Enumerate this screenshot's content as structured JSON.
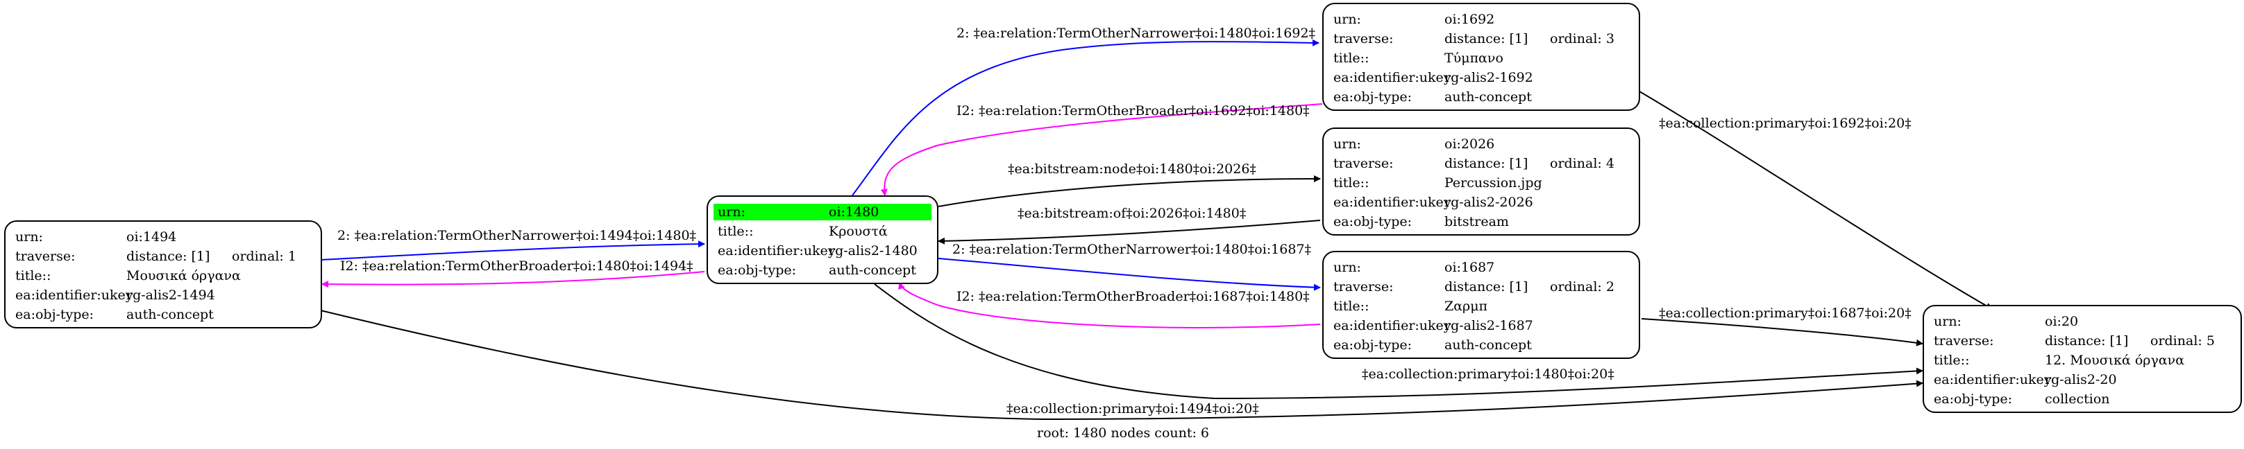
{
  "footer": "root: 1480 nodes count: 6",
  "colors": {
    "narrower": "#0000ff",
    "broader": "#ff00ff",
    "other": "#000000",
    "root_highlight": "#00ff00"
  },
  "nodes": {
    "n1494": {
      "rows": [
        [
          "urn:",
          "oi:1494",
          ""
        ],
        [
          "traverse:",
          "distance: [1]",
          "ordinal: 1"
        ],
        [
          "title::",
          "Μουσικά όργανα",
          ""
        ],
        [
          "ea:identifier:ukey",
          "rg-alis2-1494",
          ""
        ],
        [
          "ea:obj-type:",
          "auth-concept",
          ""
        ]
      ]
    },
    "n1480": {
      "rows": [
        [
          "urn:",
          "oi:1480",
          ""
        ],
        [
          "title::",
          "Κρουστά",
          ""
        ],
        [
          "ea:identifier:ukey",
          "rg-alis2-1480",
          ""
        ],
        [
          "ea:obj-type:",
          "auth-concept",
          ""
        ]
      ]
    },
    "n1692": {
      "rows": [
        [
          "urn:",
          "oi:1692",
          ""
        ],
        [
          "traverse:",
          "distance: [1]",
          "ordinal: 3"
        ],
        [
          "title::",
          "Τύμπανο",
          ""
        ],
        [
          "ea:identifier:ukey",
          "rg-alis2-1692",
          ""
        ],
        [
          "ea:obj-type:",
          "auth-concept",
          ""
        ]
      ]
    },
    "n2026": {
      "rows": [
        [
          "urn:",
          "oi:2026",
          ""
        ],
        [
          "traverse:",
          "distance: [1]",
          "ordinal: 4"
        ],
        [
          "title::",
          "Percussion.jpg",
          ""
        ],
        [
          "ea:identifier:ukey",
          "rg-alis2-2026",
          ""
        ],
        [
          "ea:obj-type:",
          "bitstream",
          ""
        ]
      ]
    },
    "n1687": {
      "rows": [
        [
          "urn:",
          "oi:1687",
          ""
        ],
        [
          "traverse:",
          "distance: [1]",
          "ordinal: 2"
        ],
        [
          "title::",
          "Ζαρμπ",
          ""
        ],
        [
          "ea:identifier:ukey",
          "rg-alis2-1687",
          ""
        ],
        [
          "ea:obj-type:",
          "auth-concept",
          ""
        ]
      ]
    },
    "n20": {
      "rows": [
        [
          "urn:",
          "oi:20",
          ""
        ],
        [
          "traverse:",
          "distance: [1]",
          "ordinal: 5"
        ],
        [
          "title::",
          "12. Μουσικά όργανα",
          ""
        ],
        [
          "ea:identifier:ukey",
          "rg-alis2-20",
          ""
        ],
        [
          "ea:obj-type:",
          "collection",
          ""
        ]
      ]
    }
  },
  "edges": [
    {
      "id": "e1494-1480-narrower",
      "from": "oi:1494",
      "to": "oi:1480",
      "kind": "narrower",
      "label": "2: ‡ea:relation:TermOtherNarrower‡oi:1494‡oi:1480‡"
    },
    {
      "id": "e1480-1494-broader",
      "from": "oi:1480",
      "to": "oi:1494",
      "kind": "broader",
      "label": "I2: ‡ea:relation:TermOtherBroader‡oi:1480‡oi:1494‡"
    },
    {
      "id": "e1480-1692-narrower",
      "from": "oi:1480",
      "to": "oi:1692",
      "kind": "narrower",
      "label": "2: ‡ea:relation:TermOtherNarrower‡oi:1480‡oi:1692‡"
    },
    {
      "id": "e1692-1480-broader",
      "from": "oi:1692",
      "to": "oi:1480",
      "kind": "broader",
      "label": "I2: ‡ea:relation:TermOtherBroader‡oi:1692‡oi:1480‡"
    },
    {
      "id": "e1480-2026-node",
      "from": "oi:1480",
      "to": "oi:2026",
      "kind": "other",
      "label": "‡ea:bitstream:node‡oi:1480‡oi:2026‡"
    },
    {
      "id": "e2026-1480-of",
      "from": "oi:2026",
      "to": "oi:1480",
      "kind": "other",
      "label": "‡ea:bitstream:of‡oi:2026‡oi:1480‡"
    },
    {
      "id": "e1480-1687-narrower",
      "from": "oi:1480",
      "to": "oi:1687",
      "kind": "narrower",
      "label": "2: ‡ea:relation:TermOtherNarrower‡oi:1480‡oi:1687‡"
    },
    {
      "id": "e1687-1480-broader",
      "from": "oi:1687",
      "to": "oi:1480",
      "kind": "broader",
      "label": "I2: ‡ea:relation:TermOtherBroader‡oi:1687‡oi:1480‡"
    },
    {
      "id": "e1692-20-collection",
      "from": "oi:1692",
      "to": "oi:20",
      "kind": "other",
      "label": "‡ea:collection:primary‡oi:1692‡oi:20‡"
    },
    {
      "id": "e1687-20-collection",
      "from": "oi:1687",
      "to": "oi:20",
      "kind": "other",
      "label": "‡ea:collection:primary‡oi:1687‡oi:20‡"
    },
    {
      "id": "e1480-20-collection",
      "from": "oi:1480",
      "to": "oi:20",
      "kind": "other",
      "label": "‡ea:collection:primary‡oi:1480‡oi:20‡"
    },
    {
      "id": "e1494-20-collection",
      "from": "oi:1494",
      "to": "oi:20",
      "kind": "other",
      "label": "‡ea:collection:primary‡oi:1494‡oi:20‡"
    }
  ]
}
